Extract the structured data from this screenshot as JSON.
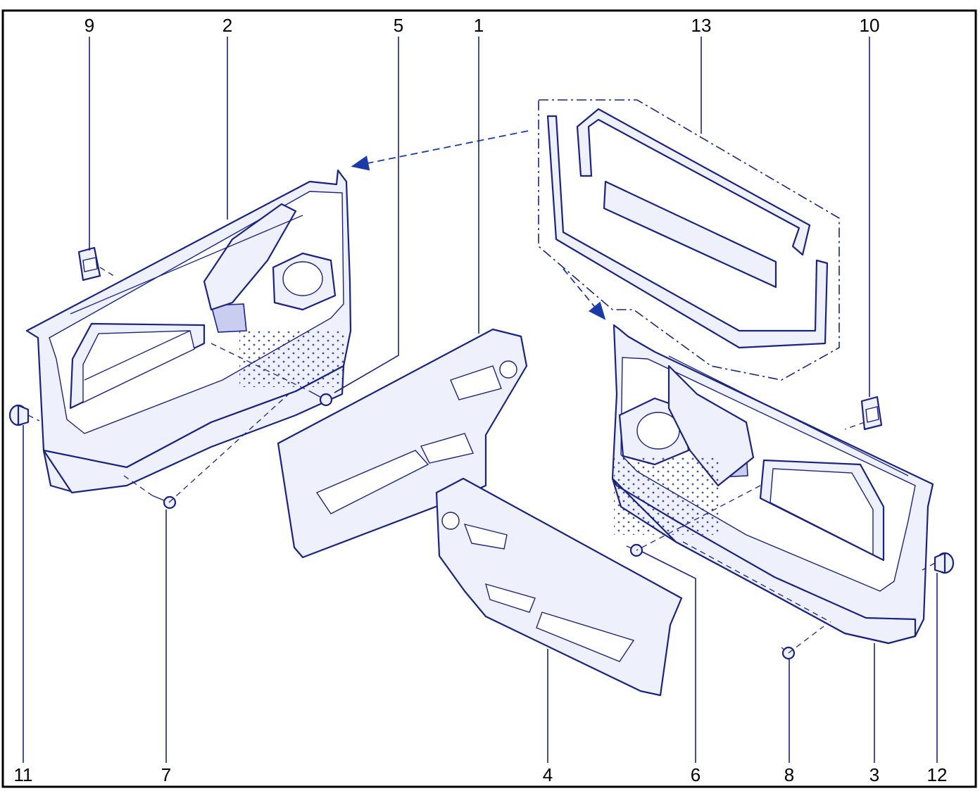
{
  "callouts": {
    "c1": "1",
    "c2": "2",
    "c3": "3",
    "c4": "4",
    "c5": "5",
    "c6": "6",
    "c7": "7",
    "c8": "8",
    "c9": "9",
    "c10": "10",
    "c11": "11",
    "c12": "12",
    "c13": "13"
  },
  "colors": {
    "line": "#1a237e",
    "frame": "#000000",
    "fill": "#eef0fb"
  }
}
